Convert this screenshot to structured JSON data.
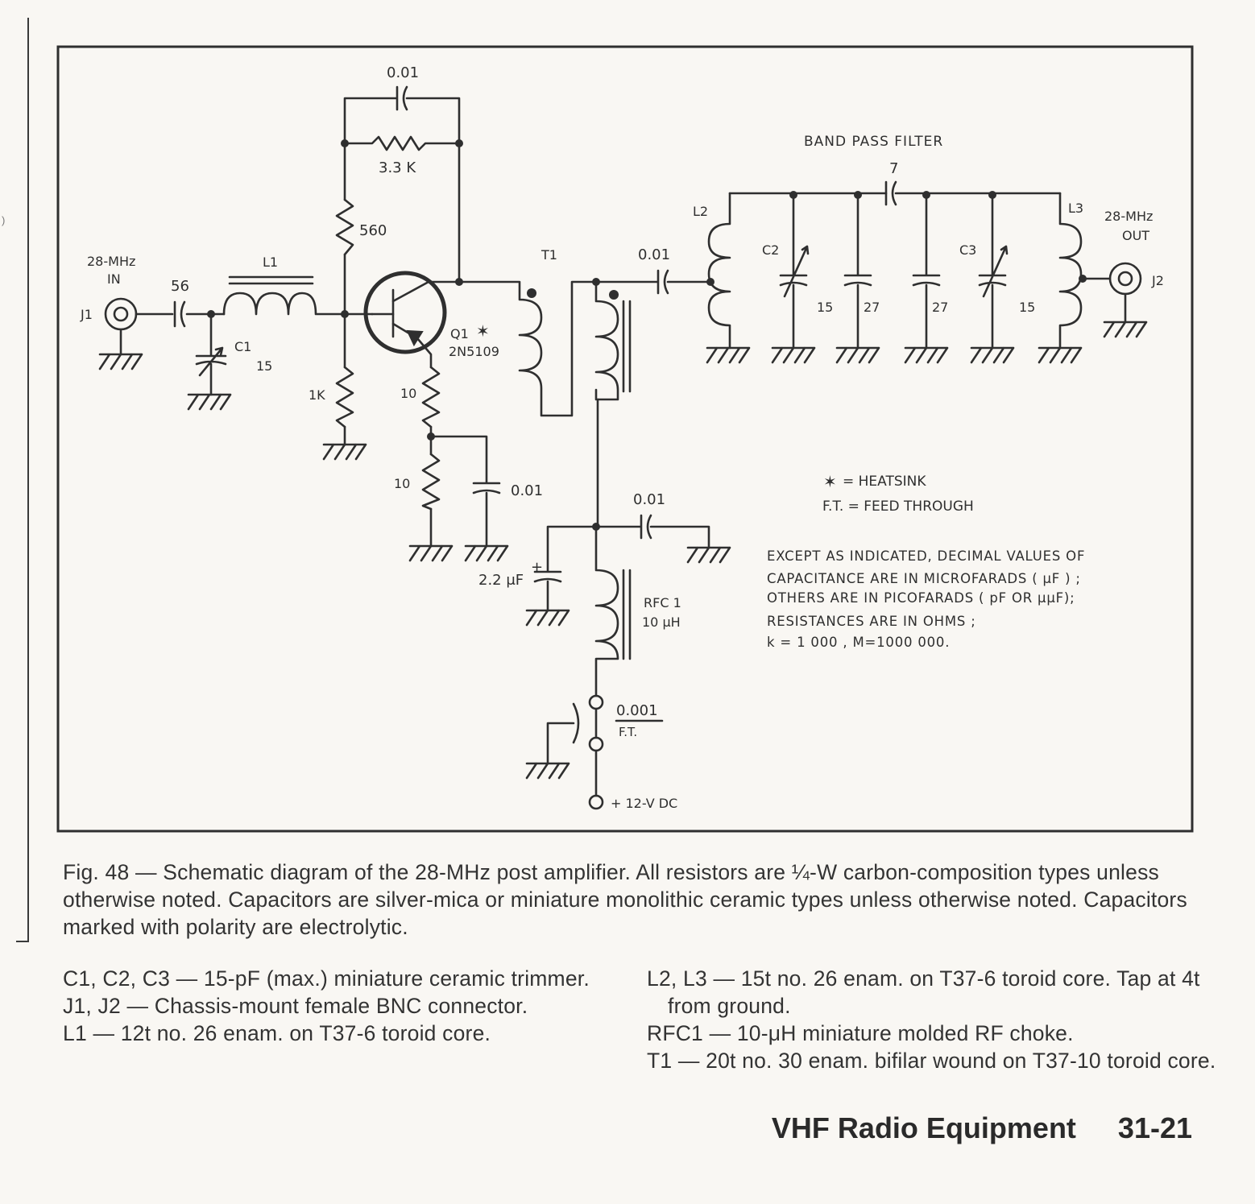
{
  "labels": {
    "c_fb": "0.01",
    "r_fb": "3.3 K",
    "r_560": "560",
    "in_line1": "28-MHz",
    "in_line2": "IN",
    "j1": "J1",
    "c_56": "56",
    "l1": "L1",
    "c1": "C1",
    "c1_val": "15",
    "r_1k": "1K",
    "r_e1": "10",
    "r_e2": "10",
    "c_e": "0.01",
    "q1": "Q1",
    "q1_mark": "✶",
    "q1_part": "2N5109",
    "t1": "T1",
    "c_cpl": "0.01",
    "c_byp": "0.01",
    "c_elec": "2.2 μF",
    "c_elec_pol": "+",
    "rfc_name": "RFC 1",
    "rfc_val": "10 μH",
    "ft_val": "0.001",
    "ft_suffix": "F.T.",
    "supply": "+ 12-V DC",
    "bpf_title": "BAND PASS FILTER",
    "c_series": "7",
    "l2": "L2",
    "l3": "L3",
    "c2": "C2",
    "c2_val": "15",
    "c_27a": "27",
    "c_27b": "27",
    "c3": "C3",
    "c3_val": "15",
    "out_line1": "28-MHz",
    "out_line2": "OUT",
    "j2": "J2"
  },
  "legend": {
    "heatsink_symbol": "✶",
    "heatsink": "= HEATSINK",
    "feedthrough": "F.T. = FEED THROUGH"
  },
  "notes": [
    "EXCEPT AS INDICATED, DECIMAL VALUES OF",
    "CAPACITANCE ARE IN MICROFARADS ( μF ) ;",
    "OTHERS ARE IN PICOFARADS ( pF OR μμF);",
    "RESISTANCES ARE IN OHMS ;",
    "k = 1 000 , M=1000 000."
  ],
  "caption": "Fig. 48 — Schematic diagram of the 28-MHz post amplifier. All resistors are ¼-W carbon-composition types unless otherwise noted. Capacitors are silver-mica or miniature monolithic ceramic types unless otherwise noted. Capacitors marked with polarity are electrolytic.",
  "parts_col1": [
    "C1, C2, C3 — 15-pF (max.) miniature ceramic trimmer.",
    "J1, J2 — Chassis-mount female BNC connector.",
    "L1 — 12t no. 26 enam. on T37-6 toroid core."
  ],
  "parts_col2": [
    "L2, L3 — 15t no. 26 enam. on T37-6 toroid core. Tap at 4t from ground.",
    "RFC1 — 10-μH miniature molded RF choke.",
    "T1 — 20t no. 30 enam. bifilar wound on T37-10 toroid core."
  ],
  "footer": {
    "section": "VHF Radio Equipment",
    "page": "31-21"
  }
}
